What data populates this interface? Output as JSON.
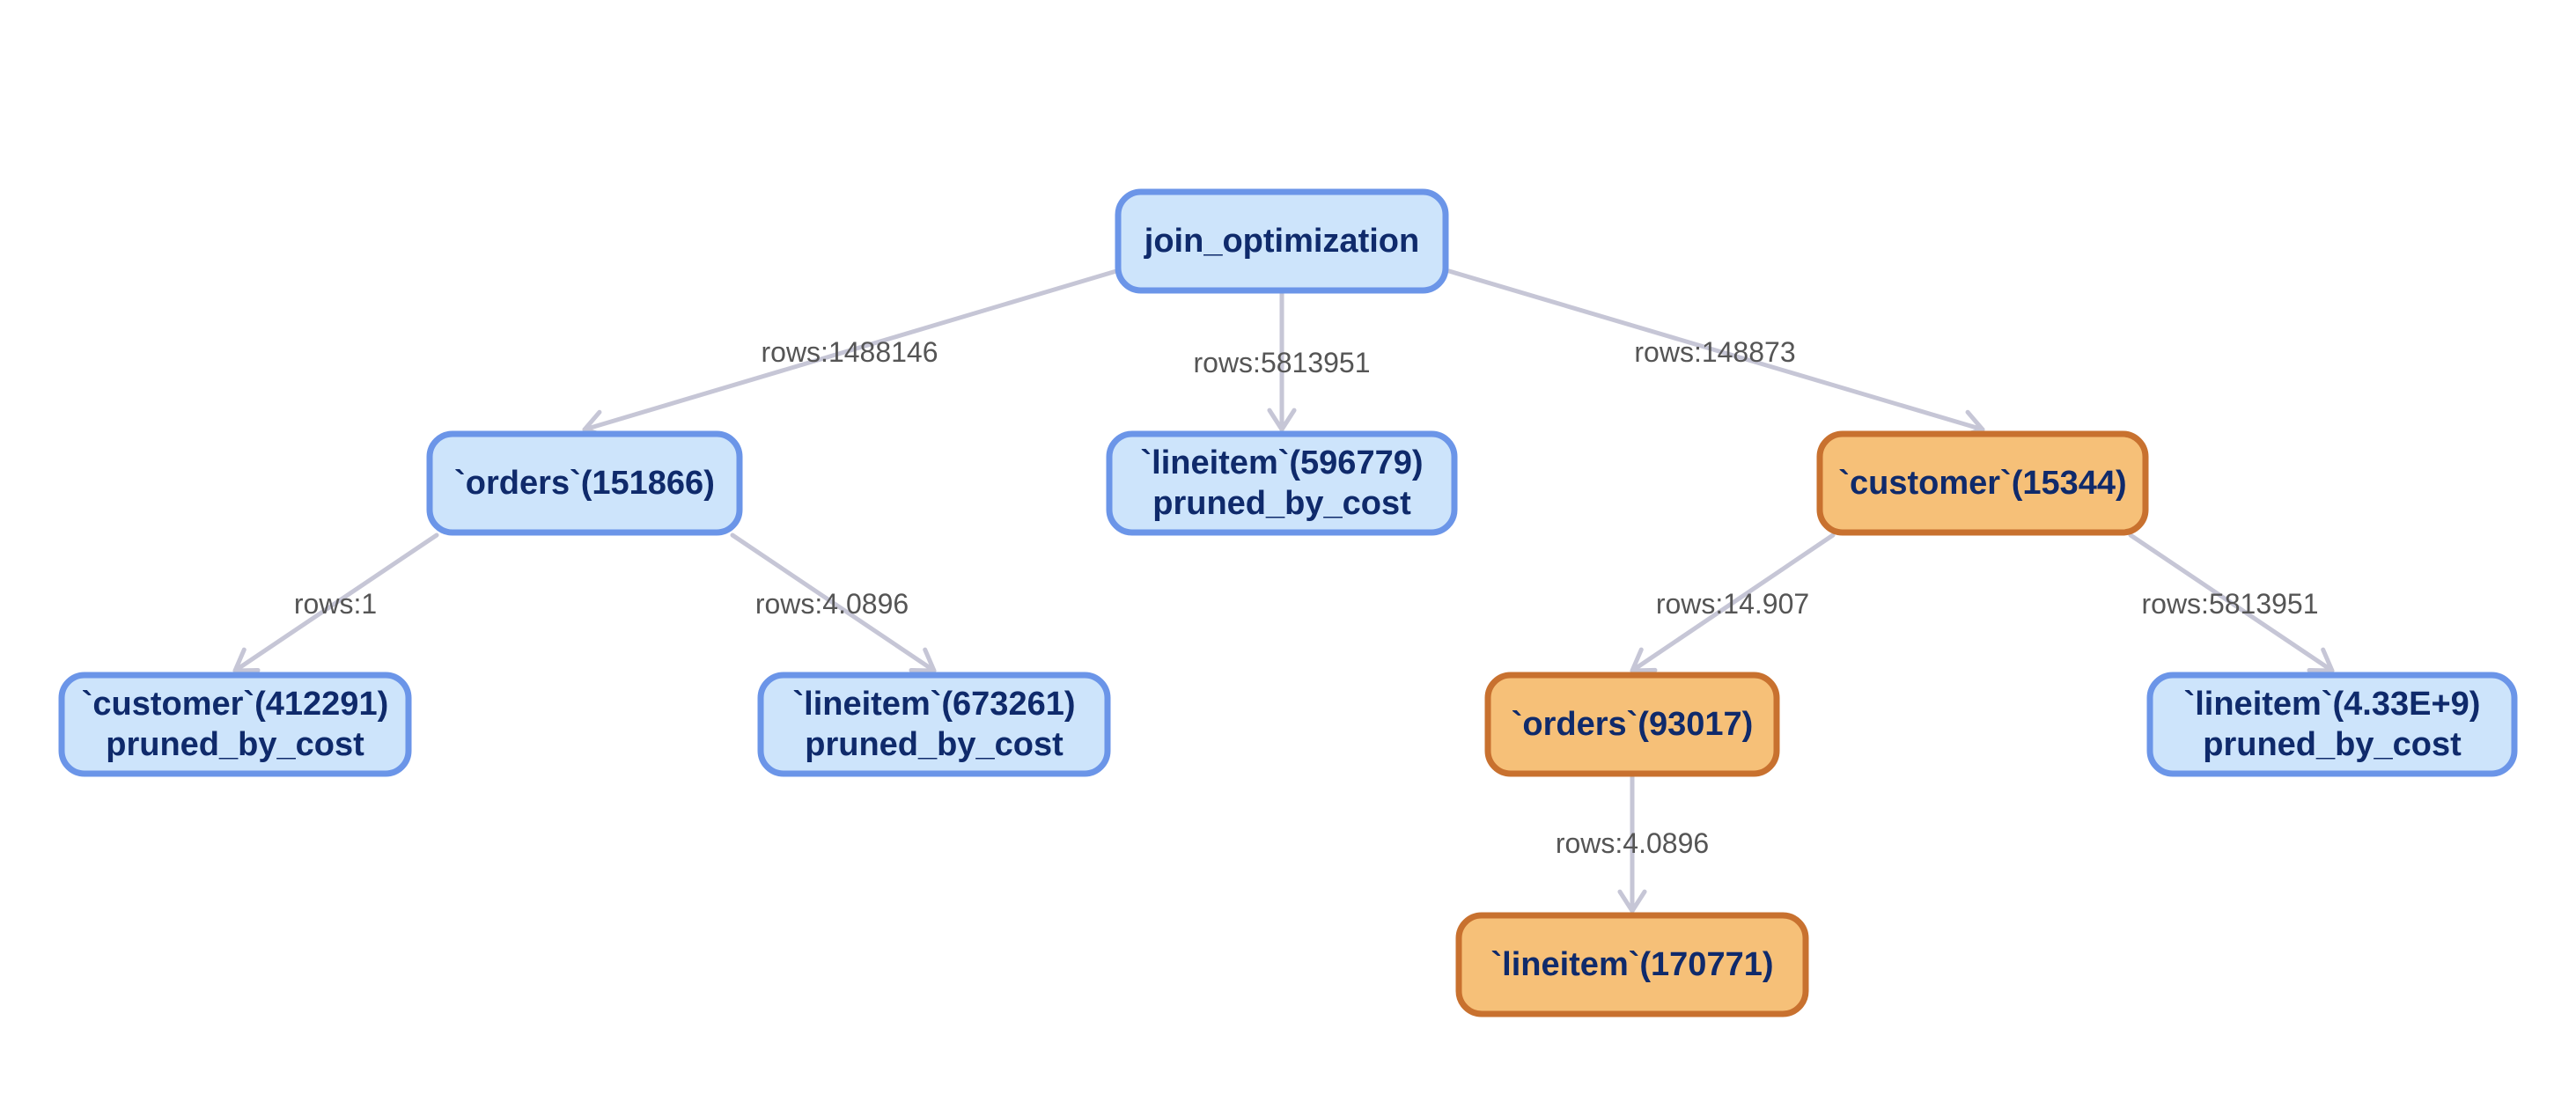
{
  "diagram": {
    "nodes": [
      {
        "id": "root",
        "lines": [
          "join_optimization"
        ],
        "color": "blue"
      },
      {
        "id": "orders1",
        "lines": [
          "`orders`(151866)"
        ],
        "color": "blue"
      },
      {
        "id": "lineitem1",
        "lines": [
          "`lineitem`(596779)",
          "pruned_by_cost"
        ],
        "color": "blue"
      },
      {
        "id": "customer1",
        "lines": [
          "`customer`(15344)"
        ],
        "color": "orange"
      },
      {
        "id": "customer2",
        "lines": [
          "`customer`(412291)",
          "pruned_by_cost"
        ],
        "color": "blue"
      },
      {
        "id": "lineitem2",
        "lines": [
          "`lineitem`(673261)",
          "pruned_by_cost"
        ],
        "color": "blue"
      },
      {
        "id": "orders2",
        "lines": [
          "`orders`(93017)"
        ],
        "color": "orange"
      },
      {
        "id": "lineitem3",
        "lines": [
          "`lineitem`(4.33E+9)",
          "pruned_by_cost"
        ],
        "color": "blue"
      },
      {
        "id": "lineitem4",
        "lines": [
          "`lineitem`(170771)"
        ],
        "color": "orange"
      }
    ],
    "edges": [
      {
        "from": "root",
        "to": "orders1",
        "label": "rows:1488146"
      },
      {
        "from": "root",
        "to": "lineitem1",
        "label": "rows:5813951"
      },
      {
        "from": "root",
        "to": "customer1",
        "label": "rows:148873"
      },
      {
        "from": "orders1",
        "to": "customer2",
        "label": "rows:1"
      },
      {
        "from": "orders1",
        "to": "lineitem2",
        "label": "rows:4.0896"
      },
      {
        "from": "customer1",
        "to": "orders2",
        "label": "rows:14.907"
      },
      {
        "from": "customer1",
        "to": "lineitem3",
        "label": "rows:5813951"
      },
      {
        "from": "orders2",
        "to": "lineitem4",
        "label": "rows:4.0896"
      }
    ],
    "colors": {
      "blue_fill": "#cde4fb",
      "blue_border": "#6b95e8",
      "orange_fill": "#f6c078",
      "orange_border": "#c8712f",
      "text": "#0f2a6b",
      "edge": "#c6c6d6",
      "edge_label": "#555555"
    }
  }
}
